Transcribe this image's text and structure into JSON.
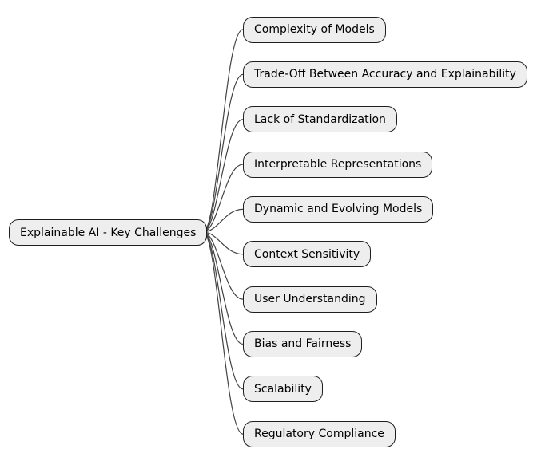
{
  "diagram": {
    "type": "mindmap",
    "root": {
      "label": "Explainable AI - Key Challenges"
    },
    "children": [
      {
        "label": "Complexity of Models"
      },
      {
        "label": "Trade-Off Between Accuracy and Explainability"
      },
      {
        "label": "Lack of Standardization"
      },
      {
        "label": "Interpretable Representations"
      },
      {
        "label": "Dynamic and Evolving Models"
      },
      {
        "label": "Context Sensitivity"
      },
      {
        "label": "User Understanding"
      },
      {
        "label": "Bias and Fairness"
      },
      {
        "label": "Scalability"
      },
      {
        "label": "Regulatory Compliance"
      }
    ]
  },
  "colors": {
    "background": "#ffffff",
    "node_fill": "#eeeeee",
    "node_border": "#1f1f1f",
    "connector": "#424242",
    "text": "#000000"
  }
}
